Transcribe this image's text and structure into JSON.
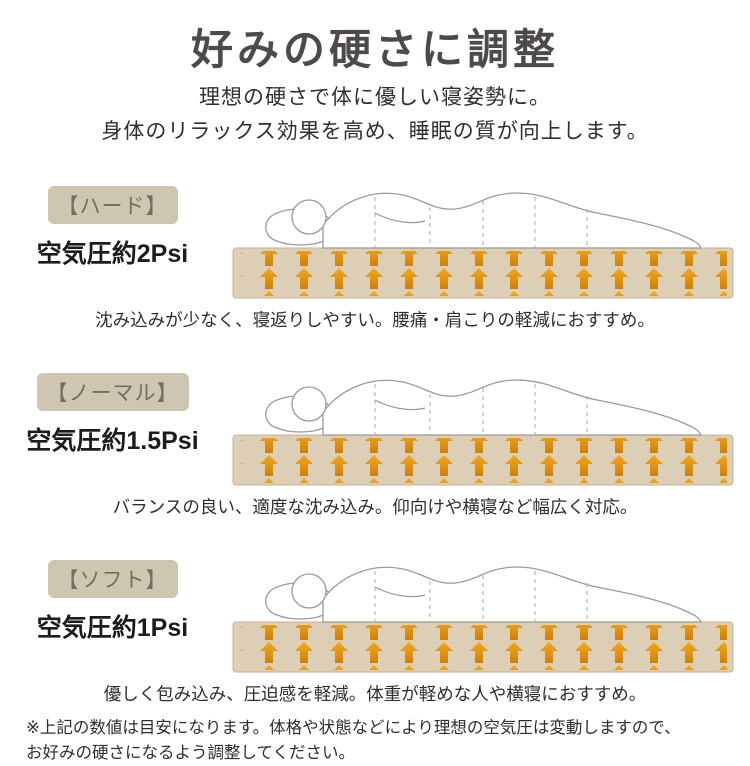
{
  "page": {
    "title": "好みの硬さに調整",
    "subtitle1": "理想の硬さで体に優しい寝姿勢に。",
    "subtitle2": "身体のリラックス効果を高め、睡眠の質が向上します。"
  },
  "sections": [
    {
      "label": "【ハード】",
      "pressure": "空気圧約2Psi",
      "caption": "沈み込みが少なく、寝返りしやすい。腰痛・肩こりの軽減におすすめ。"
    },
    {
      "label": "【ノーマル】",
      "pressure": "空気圧約1.5Psi",
      "caption": "バランスの良い、適度な沈み込み。仰向けや横寝など幅広く対応。"
    },
    {
      "label": "【ソフト】",
      "pressure": "空気圧約1Psi",
      "caption": "優しく包み込み、圧迫感を軽減。体重が軽めな人や横寝におすすめ。"
    }
  ],
  "footnote": {
    "line1": "※上記の数値は目安になります。体格や状態などにより理想の空気圧は変動しますので、",
    "line2": "お好みの硬さになるよう調整してください。"
  },
  "colors": {
    "title_text": "#4e4a49",
    "badge_bg": "#cfc6b2",
    "badge_text": "#736d60",
    "mattress_fill": "#dccfb5",
    "arrow_orange_dark": "#d07f06",
    "arrow_orange_light": "#f2a81d",
    "figure_line": "#9a9a9a"
  }
}
